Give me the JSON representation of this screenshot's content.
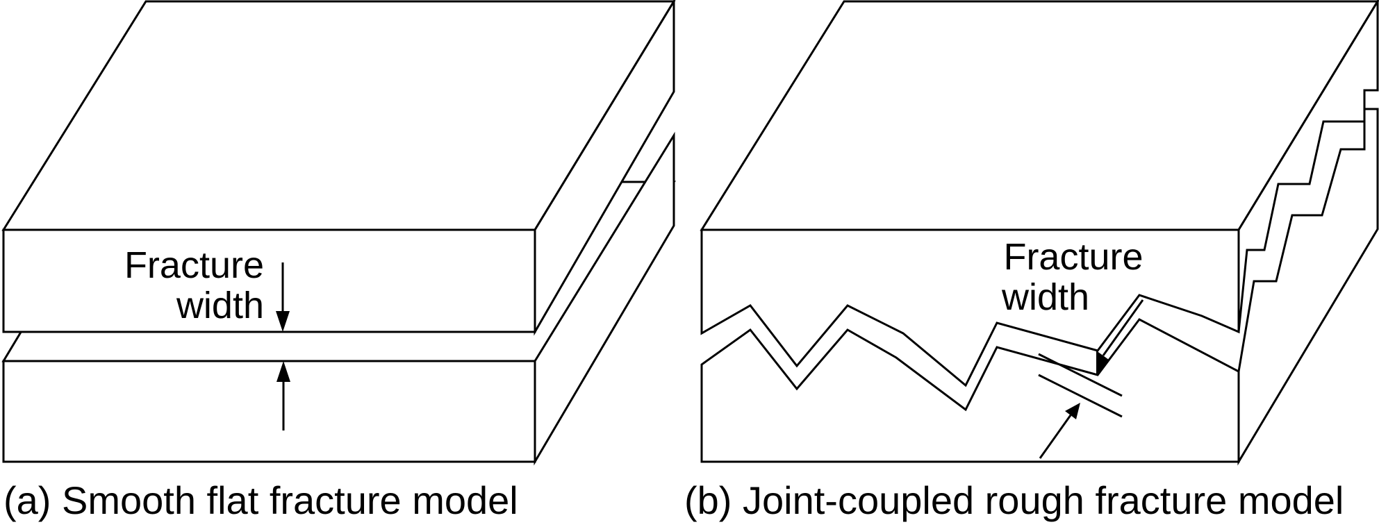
{
  "panel_a": {
    "inner_label_line1": "Fracture",
    "inner_label_line2": "width",
    "caption": "(a) Smooth flat fracture model"
  },
  "panel_b": {
    "inner_label_line1": "Fracture",
    "inner_label_line2": "width",
    "caption": "(b) Joint-coupled rough fracture model"
  },
  "colors": {
    "stroke": "#000000",
    "background": "#ffffff"
  }
}
